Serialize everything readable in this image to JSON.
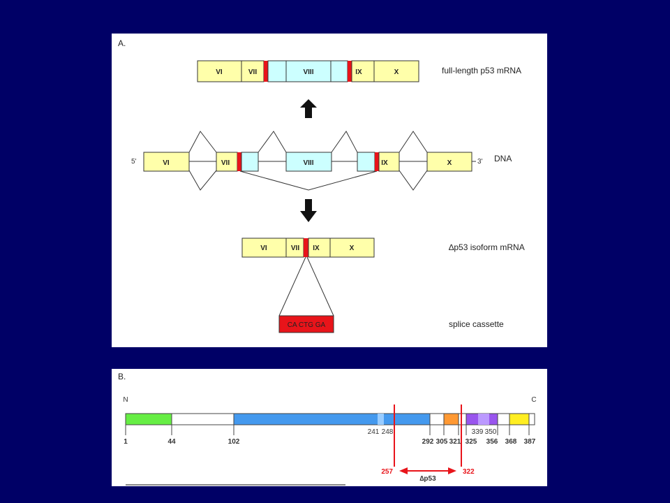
{
  "panel_a": {
    "label": "A.",
    "full_length_label": "full-length p53 mRNA",
    "dna_label": "DNA",
    "five_prime": "5'",
    "three_prime": "3'",
    "isoform_label": "∆p53 isoform mRNA",
    "splice_label": "splice cassette",
    "cassette_seq": "CA CTG GA",
    "exons": {
      "vi": "VI",
      "vii": "VII",
      "viii": "VIII",
      "ix": "IX",
      "x": "X"
    }
  },
  "panel_b": {
    "label": "B.",
    "n_term": "N",
    "c_term": "C",
    "positions": {
      "p1": "1",
      "p44": "44",
      "p102": "102",
      "p241": "241",
      "p248": "248",
      "p292": "292",
      "p305": "305",
      "p321": "321",
      "p325": "325",
      "p339": "339",
      "p350": "350",
      "p356": "356",
      "p368": "368",
      "p387": "387"
    },
    "deletion_start": "257",
    "deletion_end": "322",
    "deletion_label": "∆p53"
  },
  "colors": {
    "background": "#000066",
    "exon_yellow": "#ffffaa",
    "exon_cyan": "#ccffff",
    "splice_red": "#e8141a",
    "domain_green": "#66ee44",
    "domain_blue": "#4499ee",
    "domain_orange": "#ff9933",
    "domain_purple": "#9955ee",
    "domain_yellow": "#ffee22"
  }
}
